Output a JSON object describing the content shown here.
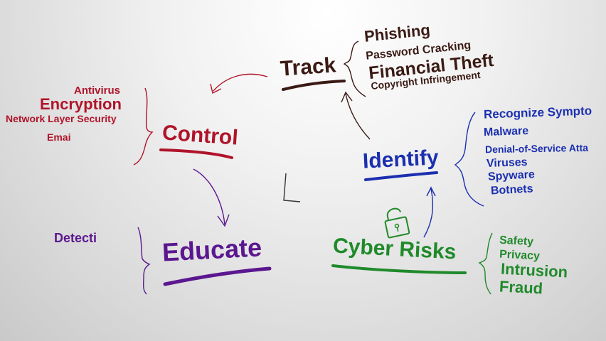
{
  "colors": {
    "track": "#3a1a14",
    "control": "#b0142a",
    "identify": "#1b2fb0",
    "educate": "#5b178f",
    "cyber_risks": "#1f8a2a"
  },
  "hubs": {
    "track": "Track",
    "control": "Control",
    "identify": "Identify",
    "educate": "Educate",
    "cyber_risks": "Cyber Risks"
  },
  "track_items": [
    "Phishing",
    "Password Cracking",
    "Financial Theft",
    "Copyright Infringement"
  ],
  "control_items": [
    "Antivirus",
    "Encryption",
    "Network Layer Security",
    "Emai"
  ],
  "identify_items": [
    "Recognize Sympto",
    "Malware",
    "Denial-of-Service Atta",
    "Viruses",
    "Spyware",
    "Botnets"
  ],
  "educate_items": [
    "Detecti"
  ],
  "cyber_risks_items": [
    "Safety",
    "Privacy",
    "Intrusion",
    "Fraud"
  ],
  "icons": {
    "padlock": "unlocked-padlock-icon"
  }
}
